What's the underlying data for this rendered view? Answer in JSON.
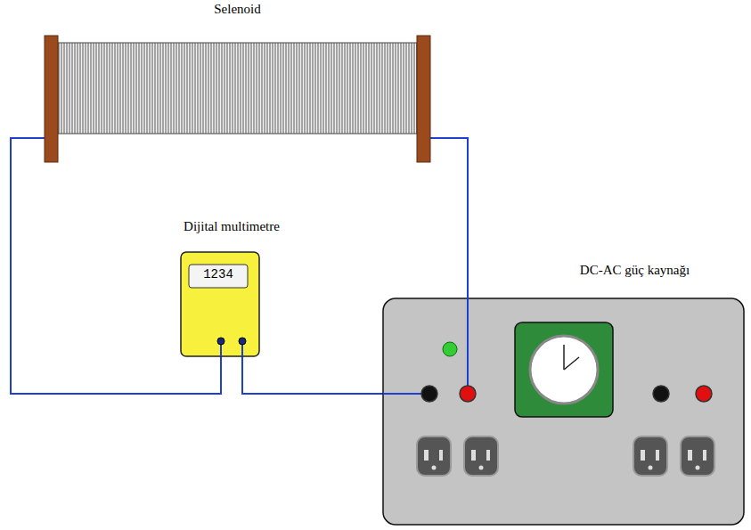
{
  "diagram": {
    "nodes": [
      {
        "text": [
          "Selenoid"
        ]
      },
      {
        "text": [
          "Dijital multimetre",
          "1234"
        ]
      },
      {
        "text": [
          "DC-AC güç kaynağı"
        ]
      }
    ],
    "edges": [
      {
        "from": 0,
        "to": 1,
        "arrow": "none"
      },
      {
        "from": 1,
        "to": 2,
        "arrow": "none"
      },
      {
        "from": 0,
        "to": 2,
        "arrow": "none"
      }
    ]
  }
}
